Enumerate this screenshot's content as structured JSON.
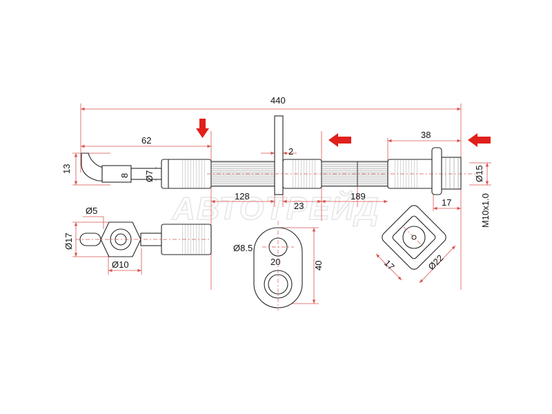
{
  "watermark": "АВТОТРЕЙД",
  "dimensions": {
    "total_length": "440",
    "left_segment": "62",
    "right_segment": "38",
    "bracket_thickness": "2",
    "banjo_height": "13",
    "tube_dia_8": "8",
    "tube_dia_7": "Ø7",
    "fitting_dia_15": "Ø15",
    "hose_left": "128",
    "hose_mid": "23",
    "hose_right": "189",
    "fitting_len_17": "17",
    "thread": "M10x1.0",
    "banjo_dia_5": "Ø5",
    "banjo_dia_17": "Ø17",
    "banjo_dia_10": "Ø10",
    "bracket_hole": "Ø8.5",
    "bracket_width": "20",
    "bracket_height": "40",
    "hex_width": "17",
    "hex_dia": "Ø22"
  },
  "colors": {
    "dimension": "#d9534f",
    "arrow": "#e0201b",
    "line": "#222222"
  }
}
